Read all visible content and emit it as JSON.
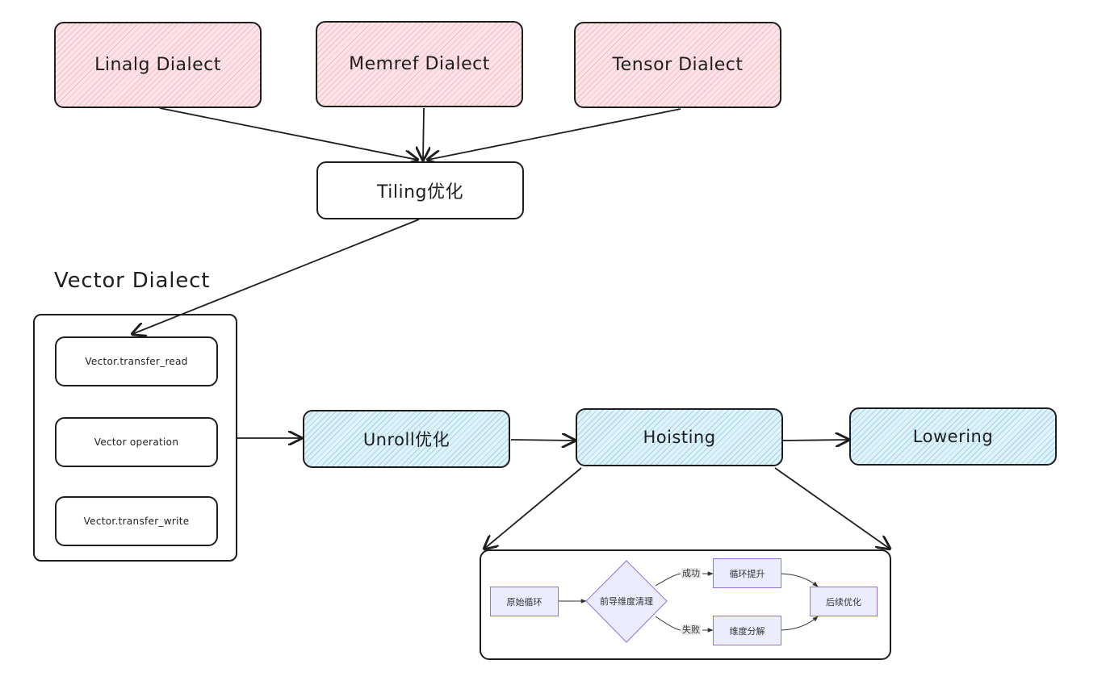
{
  "dialects": {
    "linalg": "Linalg Dialect",
    "memref": "Memref Dialect",
    "tensor": "Tensor Dialect"
  },
  "tiling": "Tiling优化",
  "vector_dialect": {
    "title": "Vector Dialect",
    "items": [
      "Vector.transfer_read",
      "Vector operation",
      "Vector.transfer_write"
    ]
  },
  "pipeline": {
    "unroll": "Unroll优化",
    "hoisting": "Hoisting",
    "lowering": "Lowering"
  },
  "hoisting_detail": {
    "start": "原始循环",
    "decision": "前导维度清理",
    "success_label": "成功",
    "fail_label": "失败",
    "success_node": "循环提升",
    "fail_node": "维度分解",
    "end": "后续优化"
  },
  "colors": {
    "stroke": "#1e1e1e",
    "pink_hatch": "#f7b8c2",
    "blue_hatch": "#9fd6ec",
    "mermaid_fill": "#ececff",
    "mermaid_border": "#9370db"
  }
}
